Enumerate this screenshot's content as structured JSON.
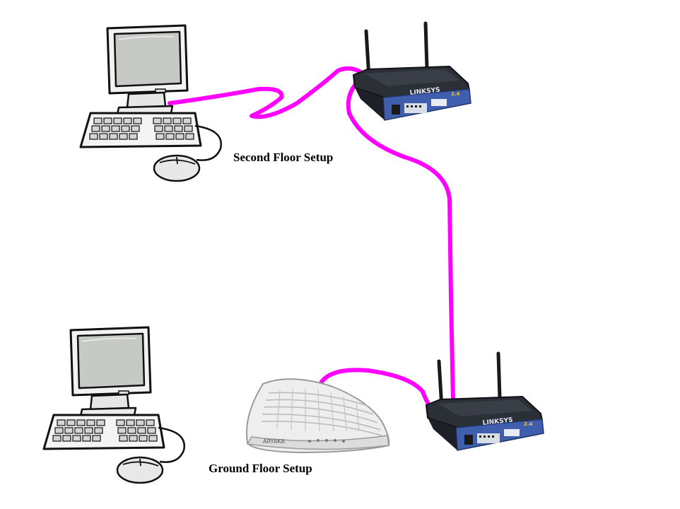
{
  "labels": {
    "second_floor": "Second Floor Setup",
    "ground_floor": "Ground Floor Setup"
  },
  "devices": {
    "router_brand": "LINKSYS",
    "router_band": "2.4 GHz",
    "modem_brand": "ARYAKA"
  },
  "colors": {
    "cable": "#ff00ff",
    "router_body": "#3f5fae",
    "router_top": "#2b2f36",
    "monitor_screen": "#c4c8c2",
    "modem_body": "#eeeeee"
  }
}
